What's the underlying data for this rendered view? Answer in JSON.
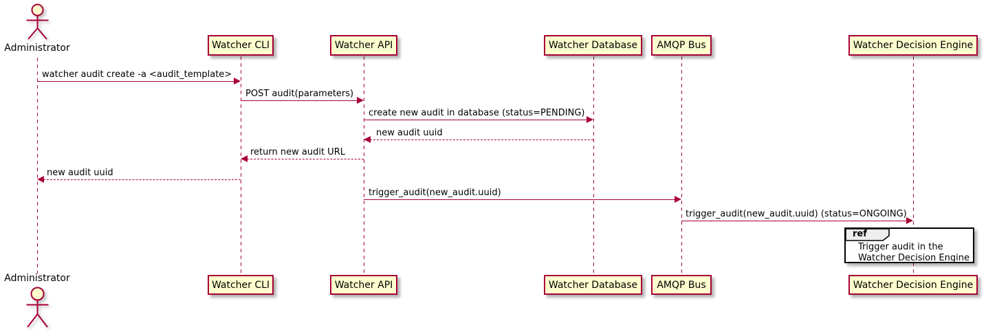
{
  "diagram_type": "sequence-diagram",
  "participants": [
    {
      "label": "Administrator",
      "kind": "actor"
    },
    {
      "label": "Watcher CLI",
      "kind": "participant"
    },
    {
      "label": "Watcher API",
      "kind": "participant"
    },
    {
      "label": "Watcher Database",
      "kind": "participant"
    },
    {
      "label": "AMQP Bus",
      "kind": "participant"
    },
    {
      "label": "Watcher Decision Engine",
      "kind": "participant"
    }
  ],
  "messages": [
    {
      "label": "watcher audit create -a <audit_template>",
      "from": "Administrator",
      "to": "Watcher CLI",
      "line": "solid",
      "direction": "right"
    },
    {
      "label": "POST audit(parameters)",
      "from": "Watcher CLI",
      "to": "Watcher API",
      "line": "solid",
      "direction": "right"
    },
    {
      "label": "create new audit in database (status=PENDING)",
      "from": "Watcher API",
      "to": "Watcher Database",
      "line": "solid",
      "direction": "right"
    },
    {
      "label": "new audit uuid",
      "from": "Watcher Database",
      "to": "Watcher API",
      "line": "dashed",
      "direction": "left"
    },
    {
      "label": "return new audit URL",
      "from": "Watcher API",
      "to": "Watcher CLI",
      "line": "dashed",
      "direction": "left"
    },
    {
      "label": "new audit uuid",
      "from": "Watcher CLI",
      "to": "Administrator",
      "line": "dashed",
      "direction": "left"
    },
    {
      "label": "trigger_audit(new_audit.uuid)",
      "from": "Watcher API",
      "to": "AMQP Bus",
      "line": "solid",
      "direction": "right"
    },
    {
      "label": "trigger_audit(new_audit.uuid) (status=ONGOING)",
      "from": "AMQP Bus",
      "to": "Watcher Decision Engine",
      "line": "solid",
      "direction": "right"
    }
  ],
  "ref_fragment": {
    "header_label": "ref",
    "text_lines": [
      "Trigger audit in the",
      "Watcher Decision Engine"
    ],
    "over": "Watcher Decision Engine"
  },
  "colors": {
    "participant_fill": "#FEFECE",
    "stroke": "#A80036",
    "text": "#000000",
    "ref_border": "#000000",
    "ref_header_fill": "#EEEEEE",
    "background": "#FFFFFF"
  }
}
